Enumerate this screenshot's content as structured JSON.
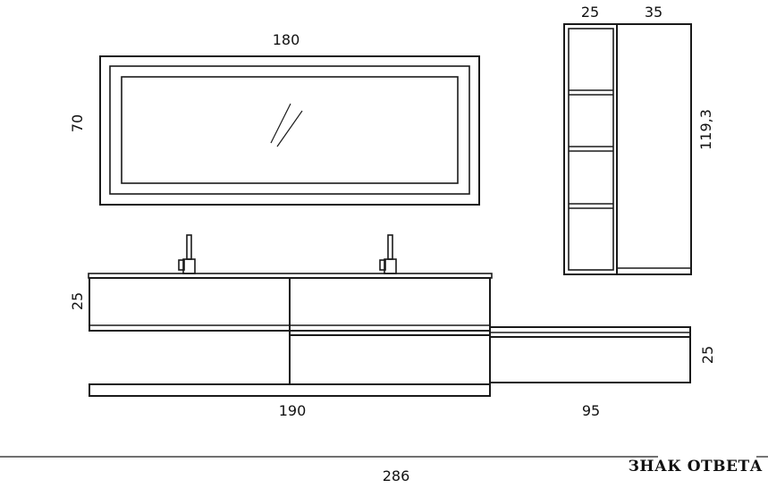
{
  "dimensions": {
    "mirror_width": "180",
    "mirror_height": "70",
    "cabinet_left_width": "25",
    "cabinet_right_width": "35",
    "cabinet_height": "119,3",
    "vanity_height": "25",
    "base_height": "25",
    "vanity_width": "190",
    "extension_width": "95",
    "total_width": "286"
  },
  "brand": {
    "text": "ЗНАК ОТВЕТА"
  }
}
